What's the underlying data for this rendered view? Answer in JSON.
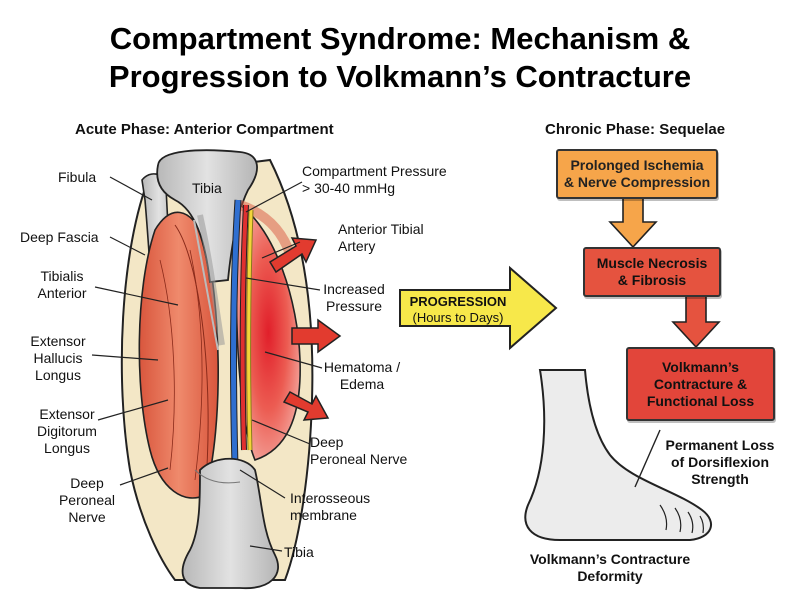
{
  "title_line1": "Compartment Syndrome: Mechanism &",
  "title_line2": "Progression to Volkmann’s Contracture",
  "left_heading": "Acute Phase: Anterior Compartment",
  "right_heading": "Chronic Phase: Sequelae",
  "labels_left": {
    "fibula": "Fibula",
    "deep_fascia": "Deep Fascia",
    "tibialis_anterior": "Tibialis\nAnterior",
    "ehl": "Extensor\nHallucis\nLongus",
    "edl": "Extensor\nDigitorum\nLongus",
    "deep_peroneal_left": "Deep\nPeroneal\nNerve"
  },
  "labels_right": {
    "tibia_top": "Tibia",
    "pressure": "Compartment Pressure\n> 30-40 mmHg",
    "artery": "Anterior Tibial\nArtery",
    "increased": "Increased\nPressure",
    "hematoma": "Hematoma /\nEdema",
    "deep_peroneal_right": "Deep\nPeroneal Nerve",
    "interosseous": "Interosseous\nmembrane",
    "tibia_bottom": "Tibia"
  },
  "progression": {
    "title": "PROGRESSION",
    "sub": "(Hours to Days)"
  },
  "flow": {
    "step1": "Prolonged Ischemia\n& Nerve Compression",
    "step2": "Muscle Necrosis\n& Fibrosis",
    "step3": "Volkmann’s\nContracture &\nFunctional Loss"
  },
  "permanent_loss": "Permanent Loss\nof Dorsiflexion\nStrength",
  "deformity": "Volkmann’s Contracture\nDeformity",
  "colors": {
    "muscle": "#e8694e",
    "edema": "#e23a3a",
    "arrow_red": "#e23b2f",
    "progression_yellow": "#f7e84a",
    "box_orange": "#f6a54a",
    "box_red": "#e5533f",
    "bone": "#cfcfcf",
    "nerve": "#f2d43a",
    "artery": "#e03030",
    "vein": "#2f6fd0"
  }
}
